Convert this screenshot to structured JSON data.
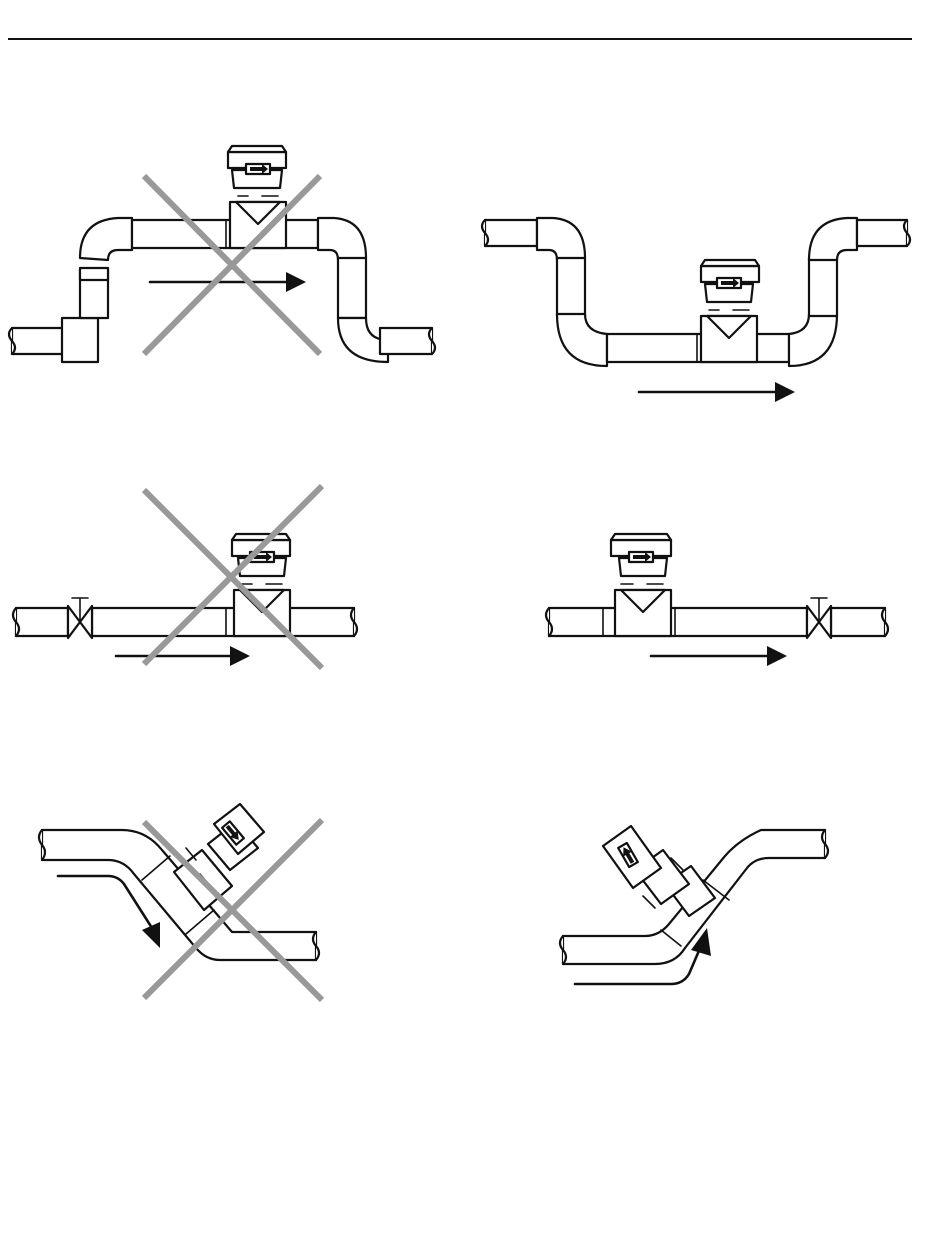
{
  "figure": {
    "panels": [
      {
        "id": "elevated-loop",
        "verdict": "incorrect",
        "marker": "cross-icon"
      },
      {
        "id": "low-trap",
        "verdict": "correct",
        "marker": "none"
      },
      {
        "id": "meter-downstream-of-valve",
        "verdict": "incorrect",
        "marker": "cross-icon"
      },
      {
        "id": "meter-upstream-of-valve",
        "verdict": "correct",
        "marker": "none"
      },
      {
        "id": "inclined-downward-flow",
        "verdict": "incorrect",
        "marker": "cross-icon"
      },
      {
        "id": "inclined-upward-flow",
        "verdict": "correct",
        "marker": "none"
      }
    ],
    "icons": {
      "meter": "flow-meter-icon",
      "valve": "gate-valve-icon",
      "flow": "flow-arrow-icon",
      "reject": "cross-icon"
    },
    "colors": {
      "line": "#111111",
      "cross": "#999999",
      "background": "#ffffff"
    }
  }
}
